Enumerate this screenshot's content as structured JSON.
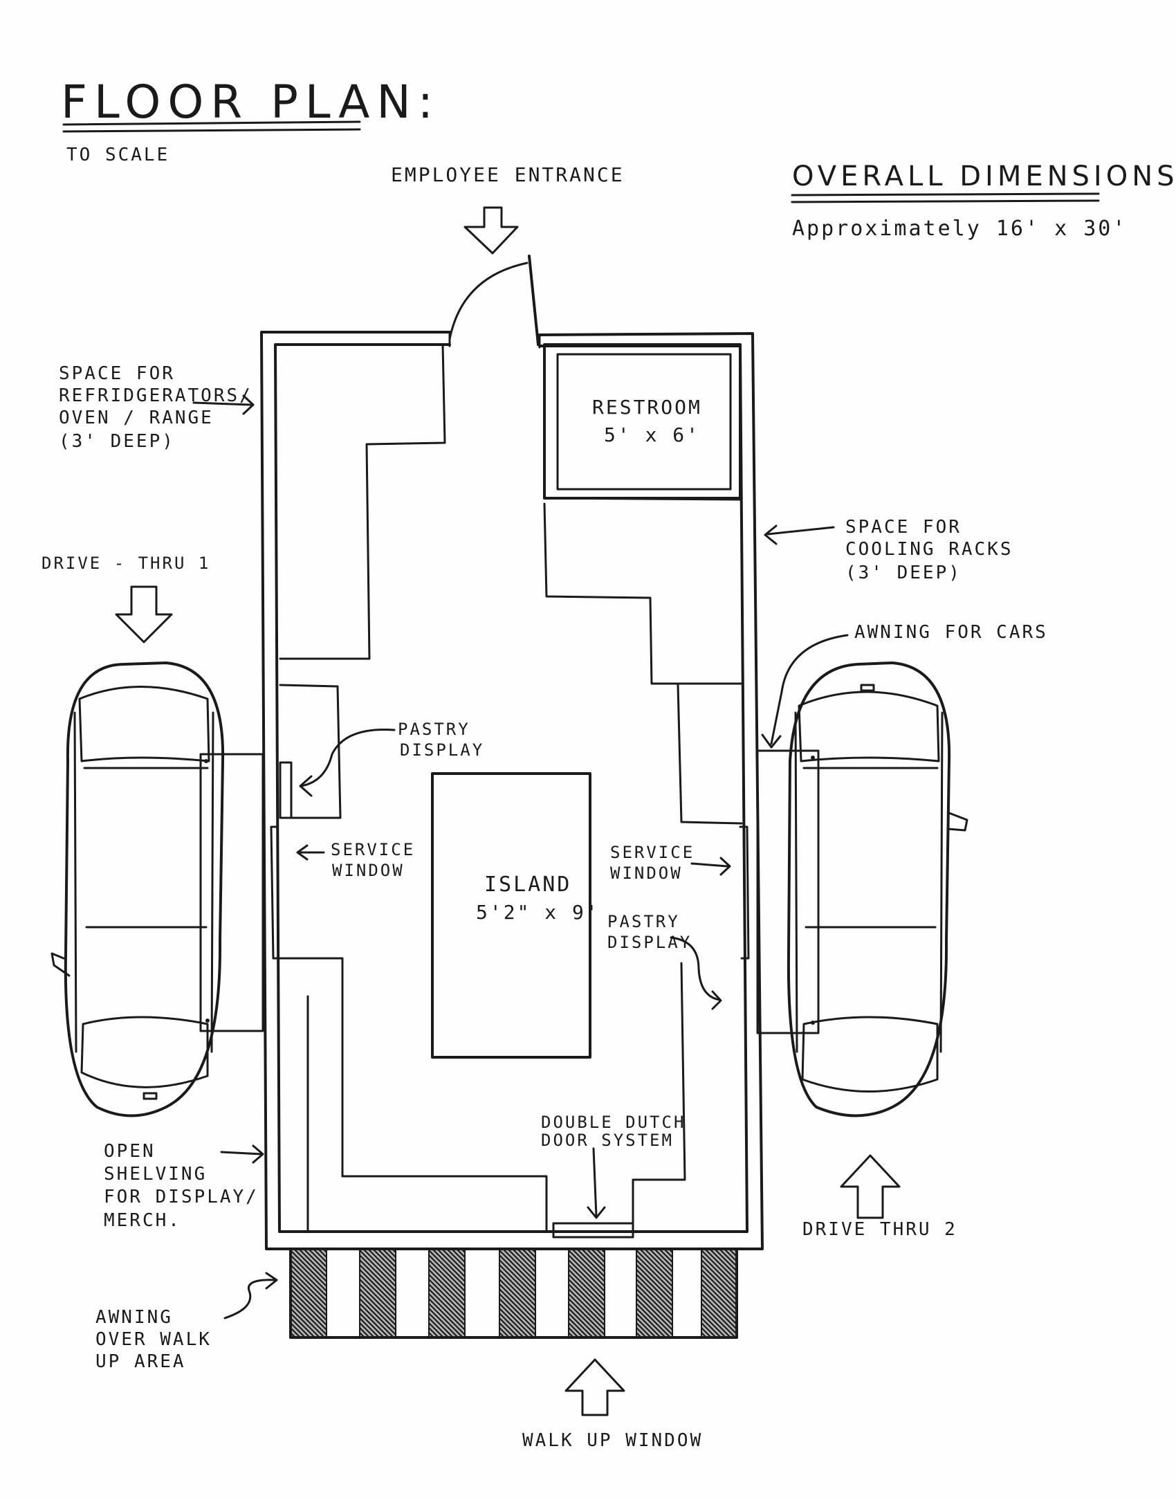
{
  "title": "FLOOR PLAN:",
  "subtitle": "TO SCALE",
  "dimensions": {
    "heading": "OVERALL DIMENSIONS:",
    "value": "Approximately 16' x 30'"
  },
  "labels": {
    "employee_entrance": "EMPLOYEE ENTRANCE",
    "fridge_1": "SPACE FOR",
    "fridge_2": "REFRIDGERATORS/",
    "fridge_3": "OVEN / RANGE",
    "fridge_4": "(3' DEEP)",
    "restroom_1": "RESTROOM",
    "restroom_2": "5' x 6'",
    "cooling_1": "SPACE FOR",
    "cooling_2": "COOLING RACKS",
    "cooling_3": "(3' DEEP)",
    "drive_thru_1": "DRIVE - THRU 1",
    "awning_cars": "AWNING FOR CARS",
    "pastry_left_1": "PASTRY",
    "pastry_left_2": "DISPLAY",
    "service_left_1": "SERVICE",
    "service_left_2": "WINDOW",
    "island_1": "ISLAND",
    "island_2": "5'2\" x 9'",
    "service_right_1": "SERVICE",
    "service_right_2": "WINDOW",
    "pastry_right_1": "PASTRY",
    "pastry_right_2": "DISPLAY",
    "dutch_1": "DOUBLE DUTCH",
    "dutch_2": "DOOR SYSTEM",
    "shelving_1": "OPEN",
    "shelving_2": "SHELVING",
    "shelving_3": "FOR DISPLAY/",
    "shelving_4": "MERCH.",
    "drive_thru_2": "DRIVE THRU 2",
    "awning_walk_1": "AWNING",
    "awning_walk_2": "OVER WALK",
    "awning_walk_3": "UP AREA",
    "walk_up": "WALK UP WINDOW"
  }
}
